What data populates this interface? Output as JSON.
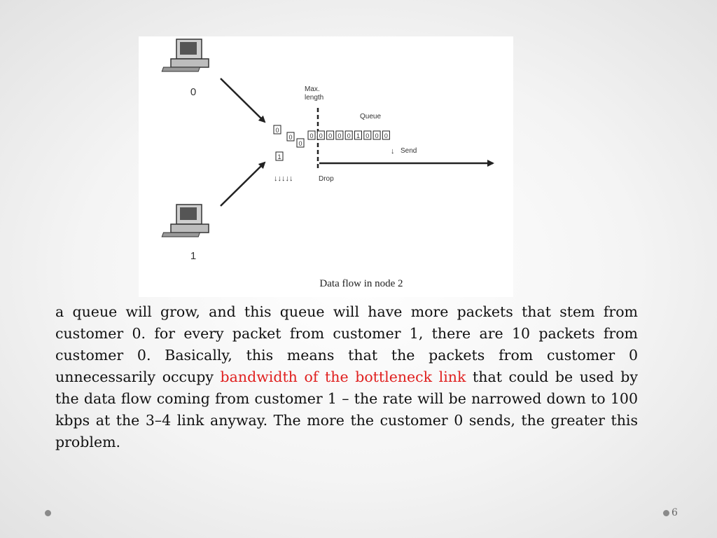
{
  "figure": {
    "customer0_label": "0",
    "customer1_label": "1",
    "max_label_line1": "Max.",
    "max_label_line2": "length",
    "queue_label": "Queue",
    "send_label": "Send",
    "drop_label": "Drop",
    "drop_arrows": "↓↓↓↓↓",
    "send_arrow": "↓",
    "caption": "Data flow in node 2",
    "arriving_packets": [
      "0",
      "0",
      "0",
      "1"
    ],
    "queue_packets": [
      "0",
      "0",
      "0",
      "0",
      "0",
      "1",
      "0",
      "0",
      "0"
    ],
    "computer_icon": "computer-icon"
  },
  "body": {
    "text_before": "a queue will grow, and this queue will have more packets that stem from customer 0.  for every packet from customer 1, there are 10 packets from customer 0. Basically, this means that the packets from customer 0 unnecessarily occupy ",
    "highlight": "bandwidth of the bottleneck link",
    "text_after": " that could be used by the data flow coming from customer 1 – the rate will be narrowed down to 100 kbps at the 3–4 link anyway. The more the customer 0 sends, the greater this problem.",
    "highlight_color": "#e0201f"
  },
  "footer": {
    "page_number": "6"
  }
}
